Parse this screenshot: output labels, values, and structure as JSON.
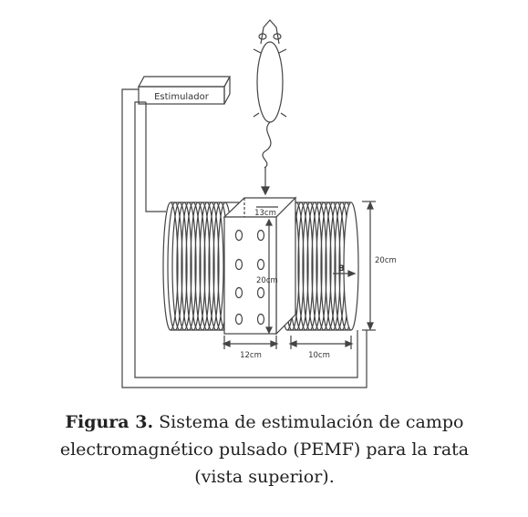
{
  "diagram": {
    "stimulator_label": "Estimulador",
    "dim_depth": "13cm",
    "dim_height_box": "20cm",
    "dim_coil_diameter": "20cm",
    "dim_box_width": "12cm",
    "dim_coil_width": "10cm",
    "field_label": "B"
  },
  "caption": {
    "figure_label": "Figura 3.",
    "text": " Sistema de estimulación de campo electromagnético pulsado (PEMF) para la rata (vista superior)."
  }
}
